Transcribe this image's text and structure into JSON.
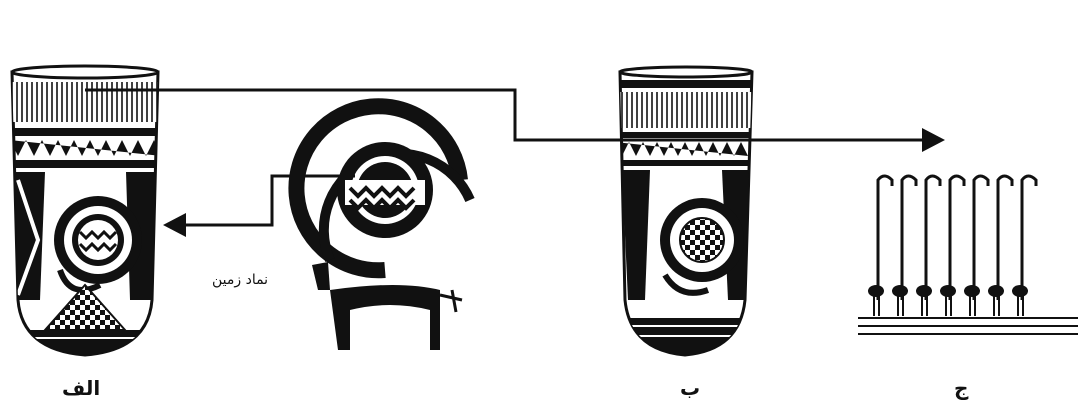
{
  "labels": {
    "vessel_a": "الف",
    "vessel_b": "ب",
    "pattern_c": "ج",
    "earth_symbol": "نماد زمین"
  },
  "colors": {
    "ink": "#111111",
    "background": "#ffffff"
  }
}
